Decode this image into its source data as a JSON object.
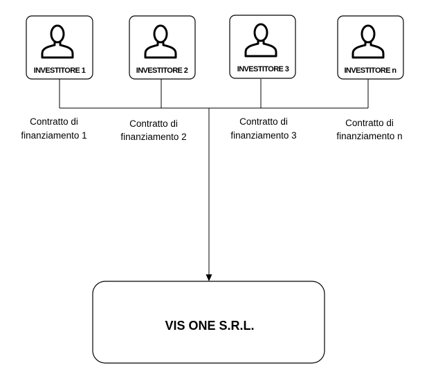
{
  "investors": [
    {
      "label": "INVESTITORE 1"
    },
    {
      "label": "INVESTITORE 2"
    },
    {
      "label": "INVESTITORE 3"
    },
    {
      "label": "INVESTITORE n"
    }
  ],
  "contracts": [
    {
      "line1": "Contratto di",
      "line2": "finanziamento 1"
    },
    {
      "line1": "Contratto di",
      "line2": "finanziamento 2"
    },
    {
      "line1": "Contratto di",
      "line2": "finanziamento 3"
    },
    {
      "line1": "Contratto di",
      "line2": "finanziamento n"
    }
  ],
  "company": {
    "name": "VIS ONE S.R.L."
  },
  "icons": {
    "investor": "person-icon",
    "connector": "arrow-down-icon"
  }
}
